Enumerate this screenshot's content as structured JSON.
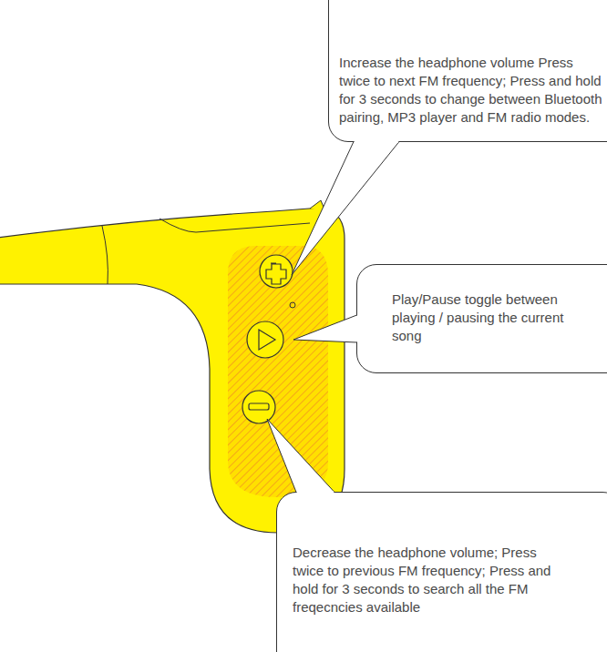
{
  "diagram": {
    "nodes": [
      {
        "text": [
          "Increase the headphone volume Press twice to next FM frequency; Press and hold for 3 seconds to change between Bluetooth pairing, MP3 player and FM radio modes."
        ]
      },
      {
        "text": [
          "Play/Pause toggle between playing / pausing the current song"
        ]
      },
      {
        "text": [
          "Decrease the headphone volume; Press twice to previous FM frequency; Press and hold for 3 seconds to search all the FM freqecncies available"
        ]
      }
    ]
  }
}
